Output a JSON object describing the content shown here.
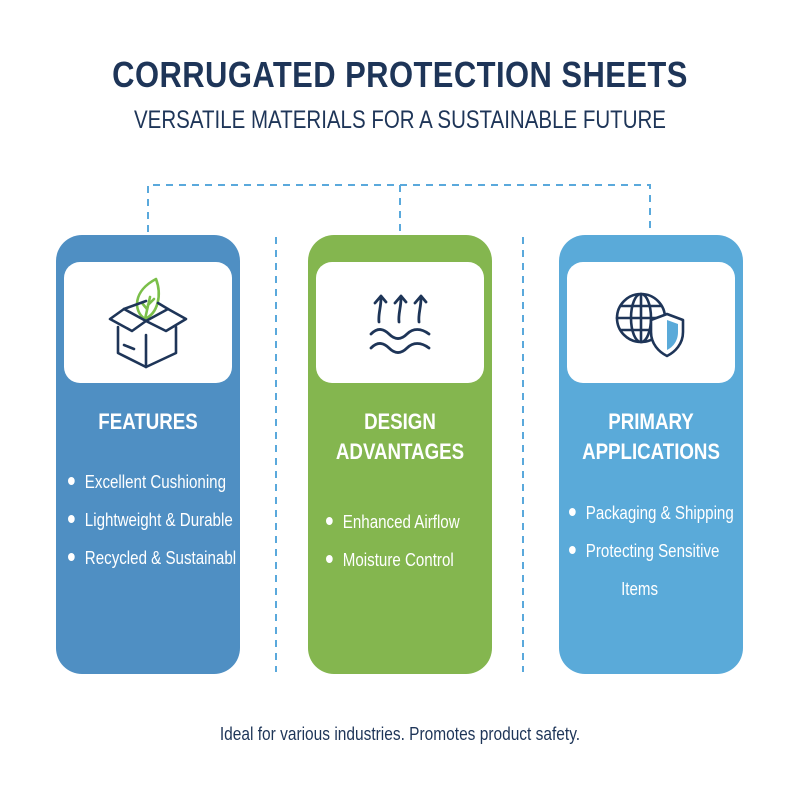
{
  "header": {
    "title": "CORRUGATED PROTECTION SHEETS",
    "subtitle": "VERSATILE MATERIALS FOR A SUSTAINABLE FUTURE"
  },
  "colors": {
    "title": "#1e3558",
    "connector": "#5aa9dc",
    "features_card": "#4f8fc3",
    "design_card": "#84b64f",
    "applications_card": "#5aaad9",
    "icon_stroke": "#1e3558",
    "leaf": "#7bbf4a"
  },
  "cards": [
    {
      "id": "features",
      "icon": "box-with-leaf-icon",
      "heading": "FEATURES",
      "bullets": [
        "Excellent Cushioning",
        "Lightweight & Durable",
        "Recycled & Sustainabl"
      ]
    },
    {
      "id": "design",
      "icon": "airflow-moisture-icon",
      "heading_line1": "DESIGN",
      "heading_line2": "ADVANTAGES",
      "bullets": [
        "Enhanced Airflow",
        "Moisture Control"
      ]
    },
    {
      "id": "applications",
      "icon": "globe-shield-icon",
      "heading_line1": "PRIMARY",
      "heading_line2": "APPLICATIONS",
      "bullets": [
        "Packaging & Shipping",
        "Protecting Sensitive",
        "Items"
      ]
    }
  ],
  "footer": {
    "text": "Ideal for various industries. Promotes product safety."
  }
}
